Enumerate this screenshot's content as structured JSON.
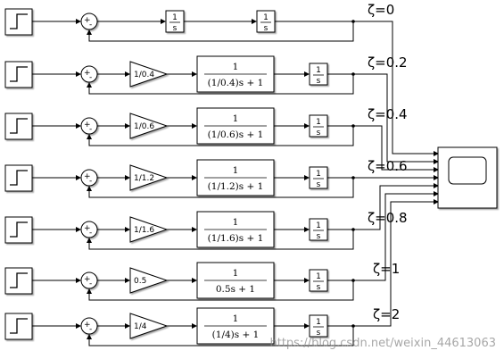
{
  "watermark": "https://blog.csdn.net/weixin_44613063",
  "scope": {
    "icon": "scope-icon"
  },
  "sum": {
    "plus": "+",
    "minus": "-"
  },
  "integrator_num": "1",
  "integrator_den": "s",
  "tf_num": "1",
  "rows": [
    {
      "zeta": "ζ=0",
      "gain": "",
      "has_tf": false,
      "int1_num": "1",
      "int1_den": "s",
      "tf_den": ""
    },
    {
      "zeta": "ζ=0.2",
      "gain": "1/0.4",
      "has_tf": true,
      "tf_den": "(1/0.4)s + 1"
    },
    {
      "zeta": "ζ=0.4",
      "gain": "1/0.6",
      "has_tf": true,
      "tf_den": "(1/0.6)s + 1"
    },
    {
      "zeta": "ζ=0.6",
      "gain": "1/1.2",
      "has_tf": true,
      "tf_den": "(1/1.2)s + 1"
    },
    {
      "zeta": "ζ=0.8",
      "gain": "1/1.6",
      "has_tf": true,
      "tf_den": "(1/1.6)s + 1"
    },
    {
      "zeta": "ζ=1",
      "gain": "0.5",
      "has_tf": true,
      "tf_den": "0.5s + 1"
    },
    {
      "zeta": "ζ=2",
      "gain": "1/4",
      "has_tf": true,
      "tf_den": "(1/4)s + 1"
    }
  ]
}
